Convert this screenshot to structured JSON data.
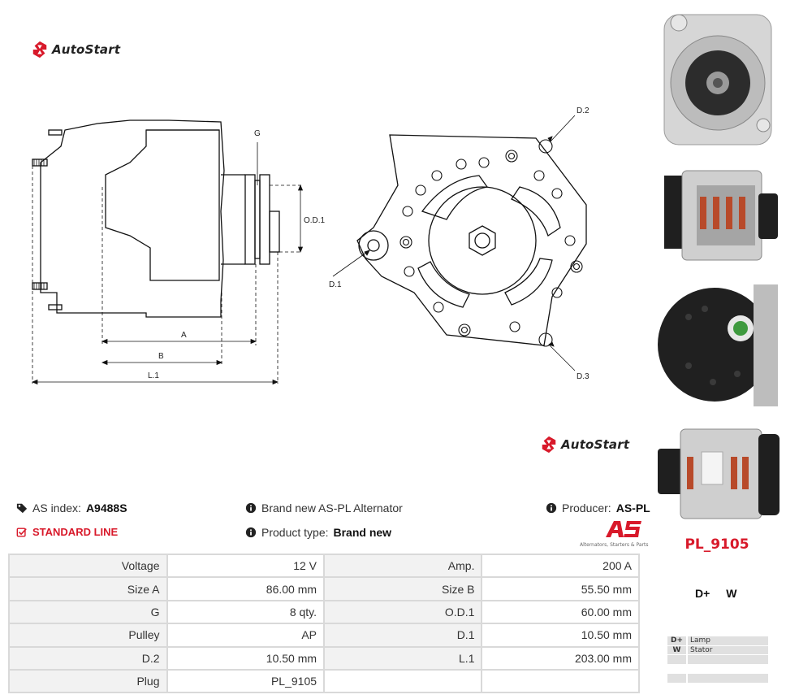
{
  "brand": {
    "name": "AutoStart",
    "accent": "#d8192a"
  },
  "drawing": {
    "labels": {
      "g": "G",
      "od1": "O.D.1",
      "a": "A",
      "b": "B",
      "l1": "L.1",
      "d1": "D.1",
      "d2": "D.2",
      "d3": "D.3"
    }
  },
  "info": {
    "as_index_label": "AS index:",
    "as_index_value": "A9488S",
    "standard_line": "STANDARD LINE",
    "description": "Brand new AS-PL Alternator",
    "product_type_label": "Product type:",
    "product_type_value": "Brand new",
    "producer_label": "Producer:",
    "producer_value": "AS-PL",
    "producer_tagline": "Alternators, Starters & Parts"
  },
  "specs": [
    {
      "k1": "Voltage",
      "v1": "12 V",
      "k2": "Amp.",
      "v2": "200 A"
    },
    {
      "k1": "Size A",
      "v1": "86.00 mm",
      "k2": "Size B",
      "v2": "55.50 mm"
    },
    {
      "k1": "G",
      "v1": "8 qty.",
      "k2": "O.D.1",
      "v2": "60.00 mm"
    },
    {
      "k1": "Pulley",
      "v1": "AP",
      "k2": "D.1",
      "v2": "10.50 mm"
    },
    {
      "k1": "D.2",
      "v1": "10.50 mm",
      "k2": "L.1",
      "v2": "203.00 mm"
    },
    {
      "k1": "Plug",
      "v1": "PL_9105",
      "k2": "",
      "v2": ""
    }
  ],
  "plug": {
    "code": "PL_9105",
    "terminals": [
      "D+",
      "W"
    ],
    "legend": [
      {
        "term": "D+",
        "desc": "Lamp"
      },
      {
        "term": "W",
        "desc": "Stator"
      }
    ]
  },
  "icons": [
    "tag-icon",
    "checkbox-icon",
    "info-icon",
    "autostart-logo-icon",
    "as-pl-logo"
  ]
}
